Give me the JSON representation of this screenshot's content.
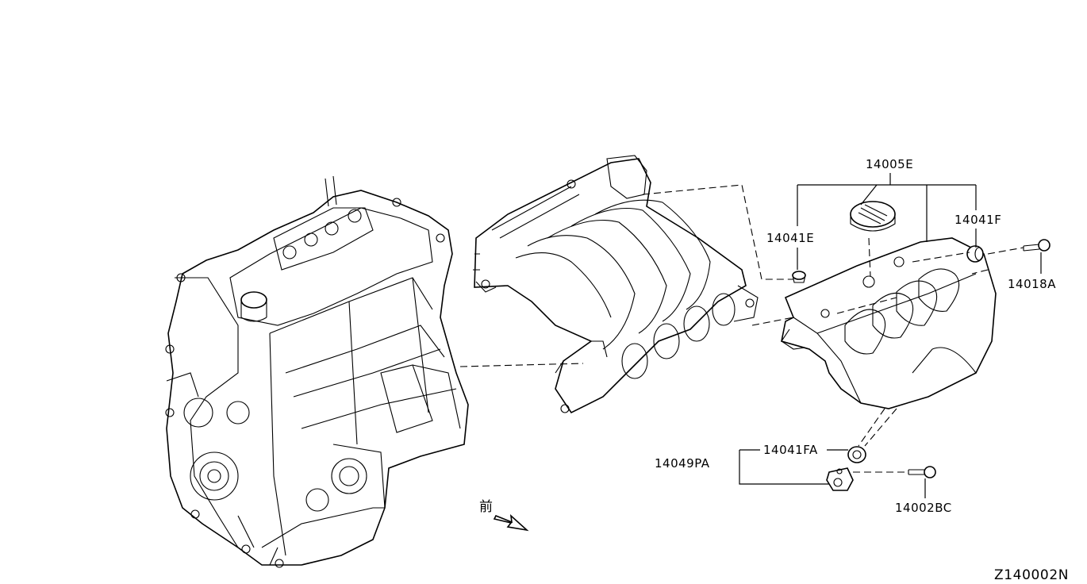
{
  "diagram": {
    "code": "Z140002N",
    "labels": {
      "cover": "14005E",
      "grommet_left": "14041E",
      "grommet_right": "14041F",
      "bolt_right": "14018A",
      "grommet_bottom": "14041FA",
      "bracket": "14049PA",
      "bolt_bottom": "14002BC"
    },
    "front_glyph": "前"
  }
}
